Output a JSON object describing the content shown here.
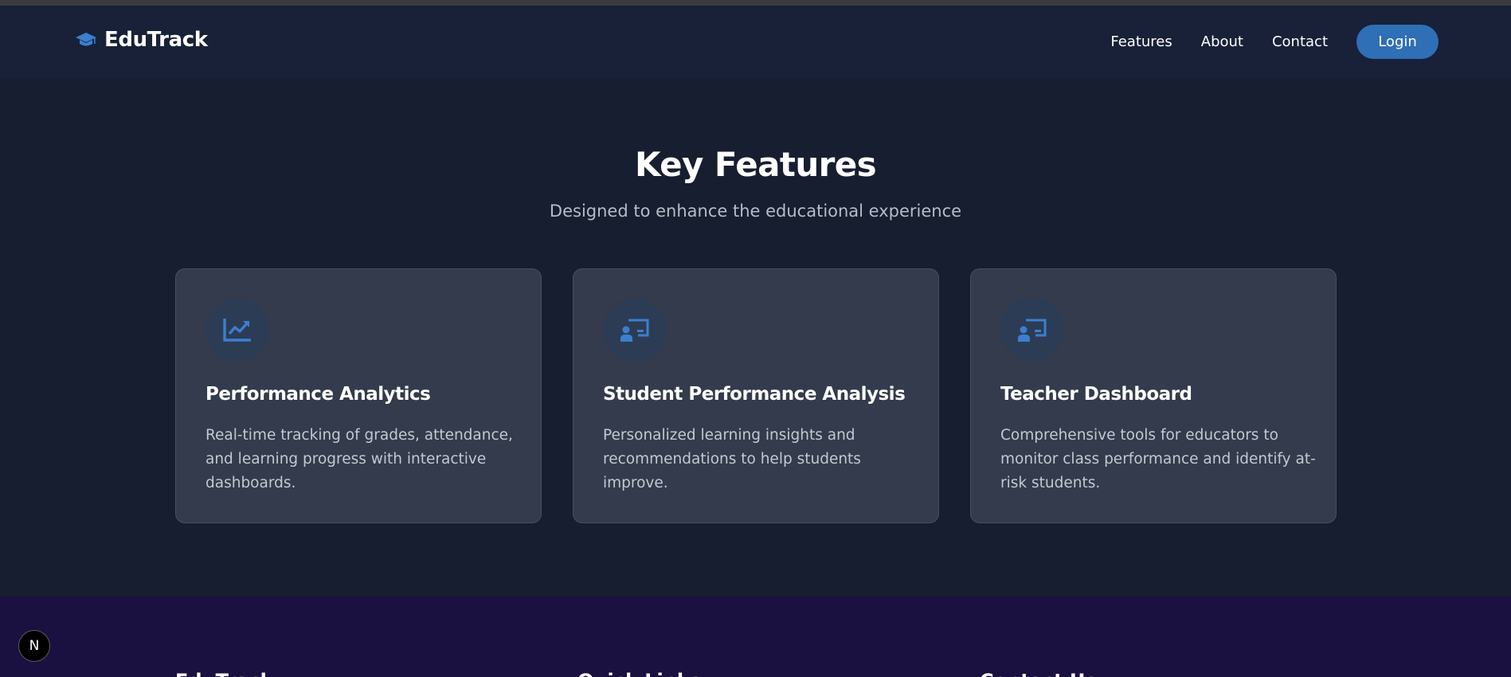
{
  "app": {
    "name": "EduTrack",
    "logo_icon": "graduation-cap-icon"
  },
  "nav": {
    "links": [
      "Features",
      "About",
      "Contact"
    ],
    "login_label": "Login"
  },
  "features": {
    "title": "Key Features",
    "subtitle": "Designed to enhance the educational experience",
    "cards": [
      {
        "icon": "chart-line-icon",
        "title": "Performance Analytics",
        "description": "Real-time tracking of grades, attendance, and learning progress with interactive dashboards."
      },
      {
        "icon": "chalkboard-user-icon",
        "title": "Student Performance Analysis",
        "description": "Personalized learning insights and recommendations to help students improve."
      },
      {
        "icon": "chalkboard-user-icon",
        "title": "Teacher Dashboard",
        "description": "Comprehensive tools for educators to monitor class performance and identify at-risk students."
      }
    ]
  },
  "footer": {
    "headings": [
      "EduTrack",
      "Quick Links",
      "Contact Us"
    ]
  },
  "dev_badge": {
    "label": "N"
  },
  "colors": {
    "page_bg": "#161e2f",
    "navbar_bg": "#182137",
    "accent": "#2f6fb5",
    "card_bg": "#333b4c",
    "footer_bg": "#1b1140"
  }
}
